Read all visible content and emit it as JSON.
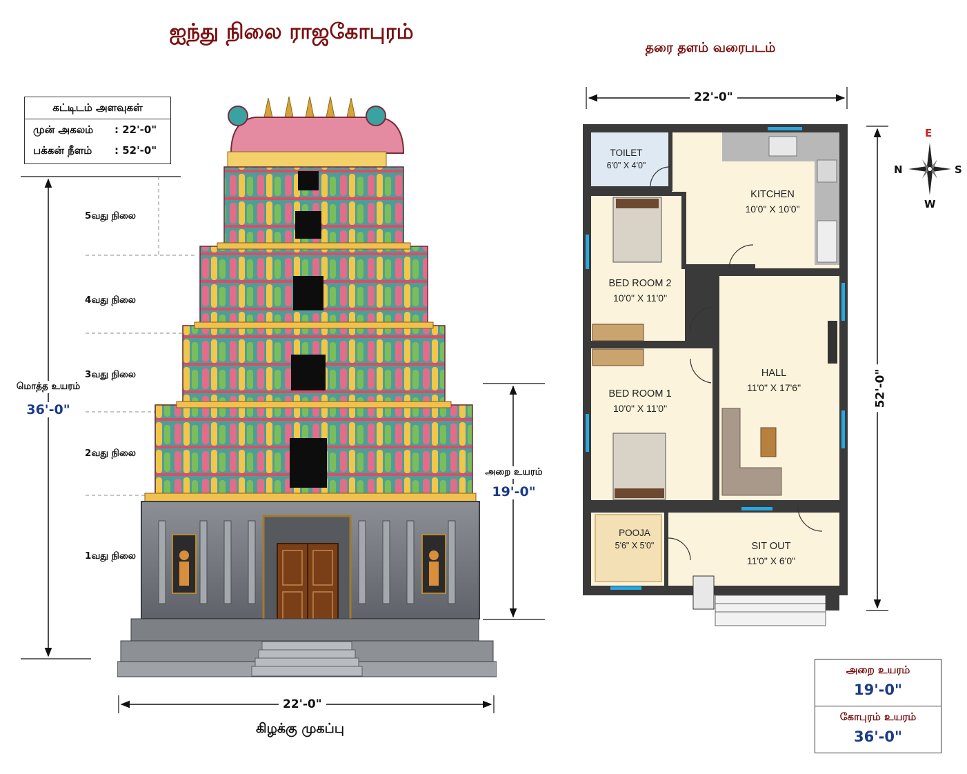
{
  "title": "ஐந்து நிலை ராஜகோபுரம்",
  "plan_title": "தரை தளம் வரைபடம்",
  "building_dims": {
    "heading": "கட்டிடம் அளவுகள்",
    "front_width_label": "முன் அகலம்",
    "front_width_value": ": 22'-0\"",
    "side_length_label": "பக்கன் நீளம்",
    "side_length_value": ": 52'-0\""
  },
  "levels": [
    "5வது நிலை",
    "4வது நிலை",
    "3வது நிலை",
    "2வது நிலை",
    "1வது நிலை"
  ],
  "total_height": {
    "label": "மொத்த உயரம்",
    "value": "36'-0\""
  },
  "hall_height": {
    "label": "அறை உயரம்",
    "value": "19'-0\""
  },
  "facade": {
    "width": "22'-0\"",
    "caption": "கிழக்கு முகப்பு"
  },
  "plan": {
    "width": "22'-0\"",
    "length": "52'-0\"",
    "rooms": [
      {
        "name": "TOILET",
        "size": "6'0\" X 4'0\""
      },
      {
        "name": "KITCHEN",
        "size": "10'0\" X 10'0\""
      },
      {
        "name": "BED ROOM 2",
        "size": "10'0\" X 11'0\""
      },
      {
        "name": "HALL",
        "size": "11'0\" X 17'6\""
      },
      {
        "name": "BED ROOM 1",
        "size": "10'0\" X 11'0\""
      },
      {
        "name": "POOJA",
        "size": "5'6\" X 5'0\""
      },
      {
        "name": "SIT OUT",
        "size": "11'0\" X 6'0\""
      }
    ]
  },
  "compass": {
    "e": "E",
    "n": "N",
    "s": "S",
    "w": "W",
    "e_color": "#cc2222"
  },
  "legend": {
    "room_height_label": "அறை உயரம்",
    "room_height_value": "19'-0\"",
    "tower_height_label": "கோபுரம் உயரம்",
    "tower_height_value": "36'-0\""
  },
  "colors": {
    "title": "#7a1010",
    "value_blue": "#1a3a8a",
    "wall": "#3a3a3a",
    "floor": "#fbf3dc",
    "window": "#29a8e0"
  }
}
